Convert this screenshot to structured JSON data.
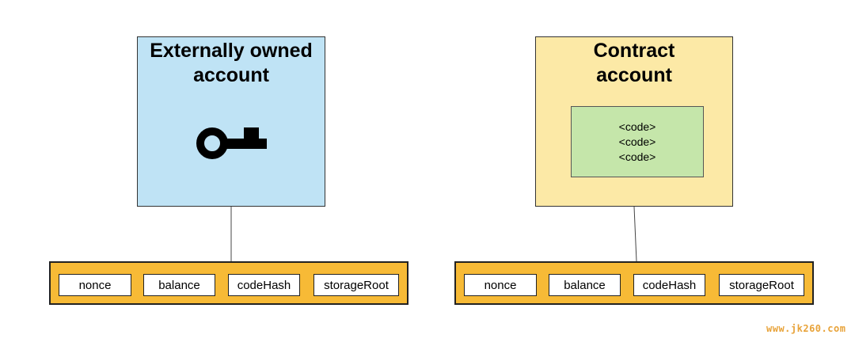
{
  "diagram": {
    "eoa": {
      "title": "Externally owned\naccount",
      "icon": "key-icon",
      "fields": [
        "nonce",
        "balance",
        "codeHash",
        "storageRoot"
      ]
    },
    "contract": {
      "title": "Contract\naccount",
      "code_lines": [
        "<code>",
        "<code>",
        "<code>"
      ],
      "fields": [
        "nonce",
        "balance",
        "codeHash",
        "storageRoot"
      ]
    },
    "watermark": "www.jk260.com"
  },
  "colors": {
    "eoa_fill": "#bfe3f5",
    "contract_fill": "#fce9a6",
    "code_fill": "#c5e6aa",
    "fields_bar_fill": "#f7ba36",
    "watermark": "#e8a33a"
  }
}
